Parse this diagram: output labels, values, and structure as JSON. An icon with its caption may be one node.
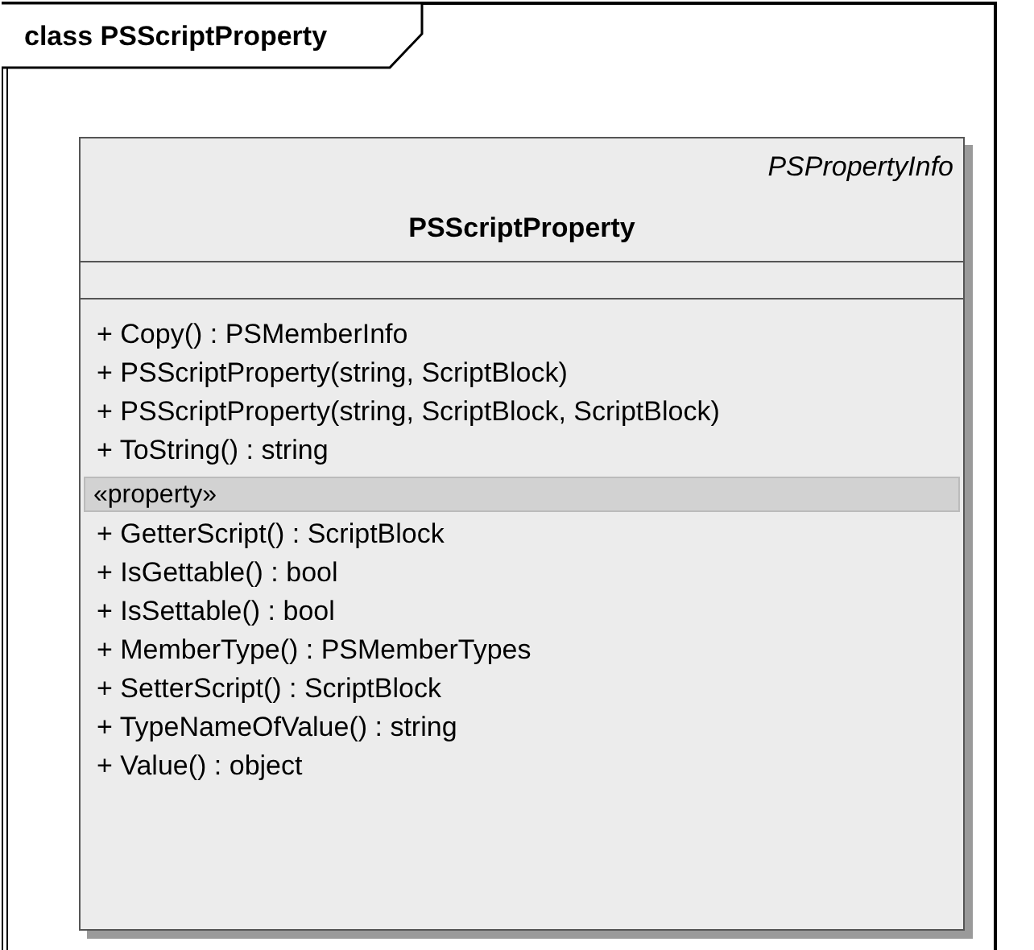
{
  "diagram": {
    "nodes": [
      {
        "text": [
          "class PSScriptProperty"
        ]
      },
      {
        "text": [
          "PSPropertyInfo",
          "PSScriptProperty",
          "+ Copy() : PSMemberInfo",
          "+ PSScriptProperty(string, ScriptBlock)",
          "+ PSScriptProperty(string, ScriptBlock, ScriptBlock)",
          "+ ToString() : string",
          "«property»",
          "+ GetterScript() : ScriptBlock",
          "+ IsGettable() : bool",
          "+ IsSettable() : bool",
          "+ MemberType() : PSMemberTypes",
          "+ SetterScript() : ScriptBlock",
          "+ TypeNameOfValue() : string",
          "+ Value() : object"
        ],
        "in": 0
      }
    ],
    "edges": []
  }
}
